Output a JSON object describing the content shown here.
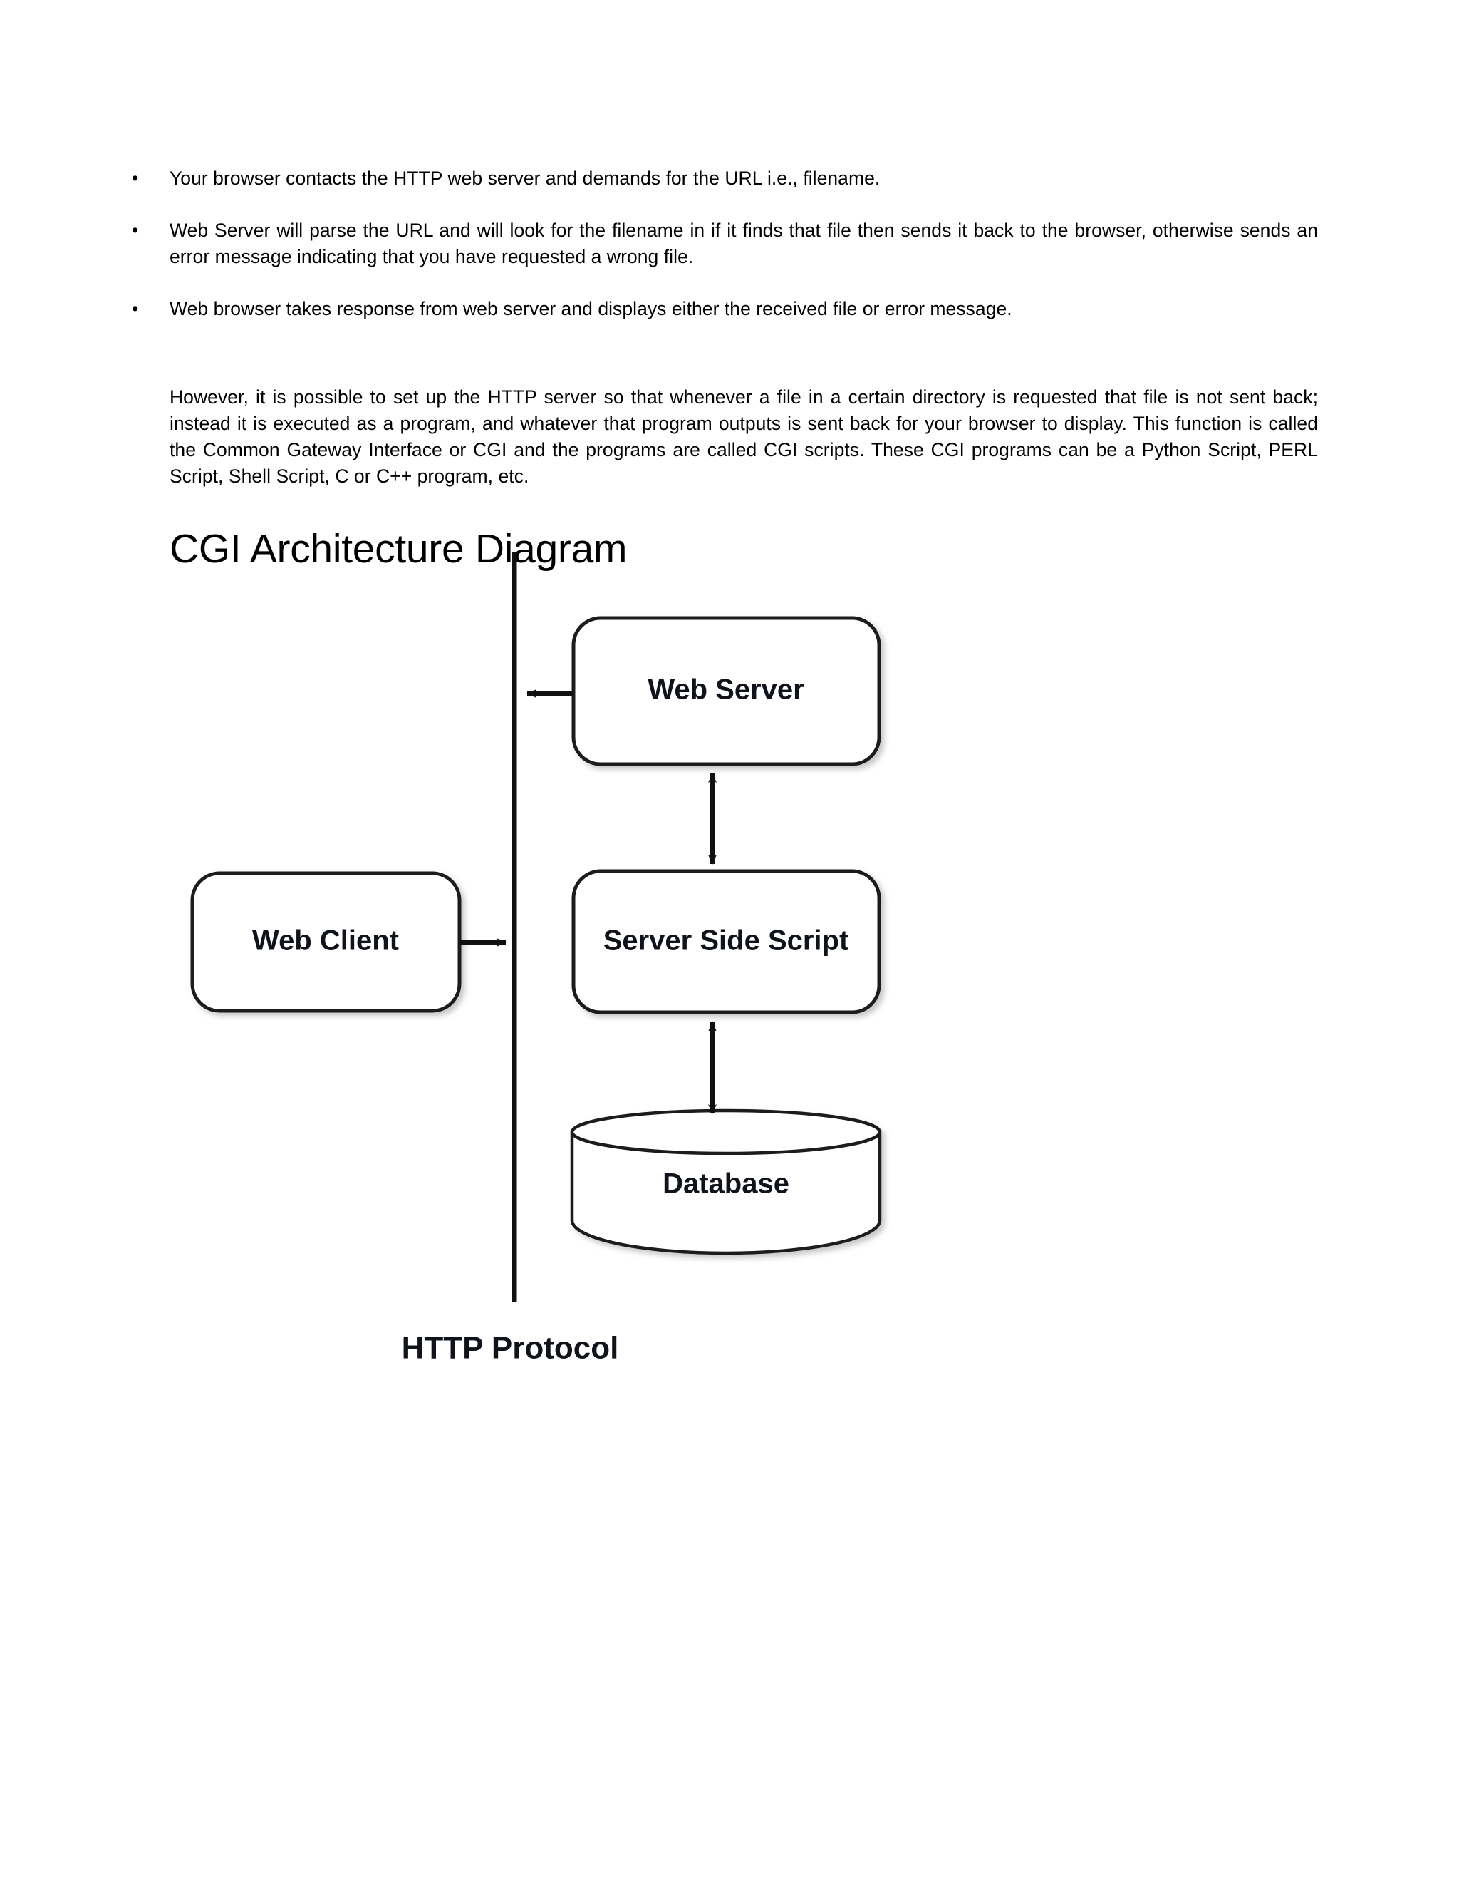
{
  "document": {
    "bullets": [
      "Your browser contacts the HTTP web server and demands for the URL i.e., filename.",
      "Web Server will parse the URL and will look for the filename in if it finds that file then sends it back to the browser, otherwise sends an error message indicating that you have requested a wrong file.",
      "Web browser takes response from web server and displays either the received file or error message."
    ],
    "bullet_marker": "•",
    "paragraph": "However, it is possible to set up the HTTP server so that whenever a file in a certain directory is requested that file is not sent back; instead it is executed as a program, and whatever that program outputs is sent back for your browser to display. This function is called the Common Gateway Interface or CGI and the programs are called CGI scripts. These CGI programs can be a Python Script, PERL Script, Shell Script, C or C++ program, etc.",
    "heading": "CGI Architecture Diagram"
  },
  "diagram": {
    "title": "CGI Architecture Diagram",
    "boundary_label": "HTTP Protocol",
    "nodes": {
      "web_client": "Web Client",
      "web_server": "Web Server",
      "server_side_script": "Server Side Script",
      "database": "Database"
    },
    "colors": {
      "stroke": "#1a1a1a",
      "fill": "#ffffff",
      "text": "#10131c",
      "shadow": "#d9d9d9"
    }
  }
}
